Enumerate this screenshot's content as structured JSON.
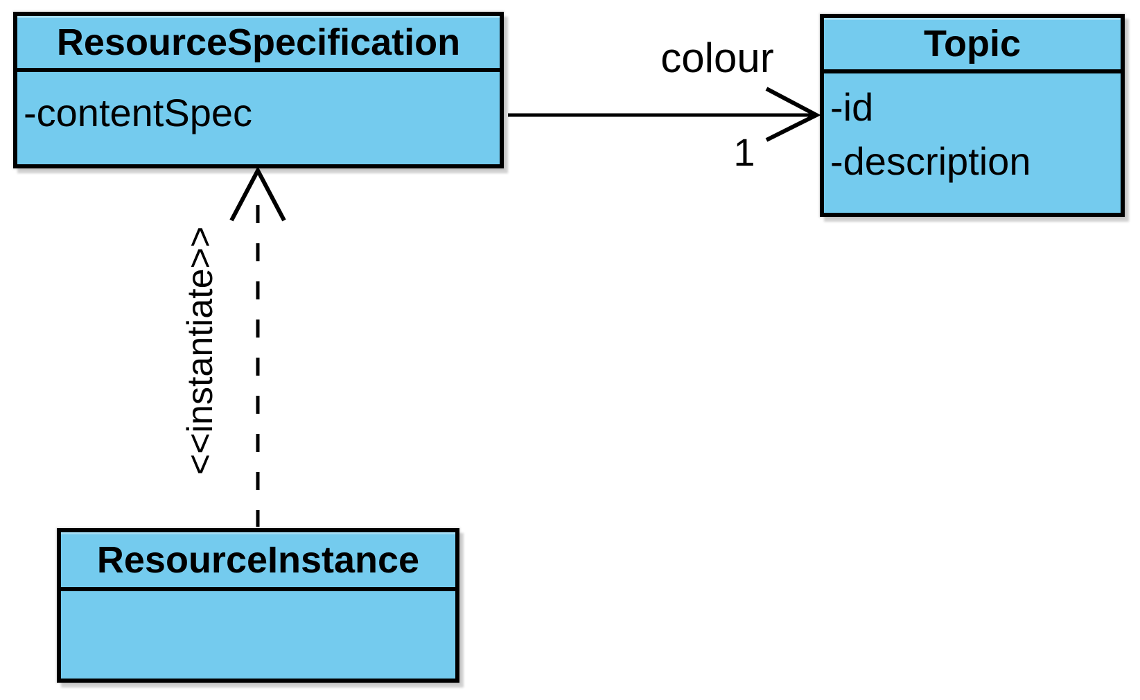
{
  "diagram": {
    "type": "uml-class-diagram",
    "background": "#ffffff",
    "node_fill": "#74cbee",
    "node_border": "#000000",
    "classes": [
      {
        "name": "ResourceSpecification",
        "attributes": [
          "-contentSpec"
        ]
      },
      {
        "name": "Topic",
        "attributes": [
          "-id",
          "-description"
        ]
      },
      {
        "name": "ResourceInstance",
        "attributes": []
      }
    ],
    "relationships": [
      {
        "type": "association",
        "from": "ResourceSpecification",
        "to": "Topic",
        "label": "colour",
        "target_multiplicity": "1",
        "line": "solid",
        "arrowhead": "open"
      },
      {
        "type": "dependency",
        "from": "ResourceInstance",
        "to": "ResourceSpecification",
        "stereotype": "<<instantiate>>",
        "line": "dashed",
        "arrowhead": "open"
      }
    ]
  }
}
